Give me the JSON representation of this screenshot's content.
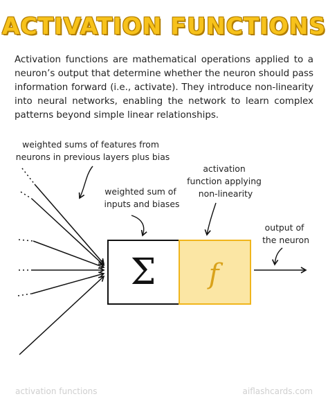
{
  "title": "ACTIVATION FUNCTIONS",
  "intro": "Activation functions are mathematical operations applied to a neuron’s output that determine whether the neuron should pass information forward (i.e., activate). They introduce non-linearity into neural networks, enabling the network to learn complex patterns beyond simple linear relationships.",
  "diagram": {
    "inputs_label": [
      "weighted sums of features from",
      "neurons in previous layers plus bias"
    ],
    "sum_label": [
      "weighted sum of",
      "inputs and biases"
    ],
    "activation_label": [
      "activation",
      "function applying",
      "non-linearity"
    ],
    "output_label": [
      "output of",
      "the neuron"
    ],
    "sum_symbol": "Σ",
    "function_symbol": "f"
  },
  "colors": {
    "title": "#f7c21b",
    "title_outline": "#b07c00",
    "function_box_fill": "#fbe6a4",
    "function_box_stroke": "#f0b51c",
    "function_symbol": "#d9a21a"
  },
  "footer": {
    "left": "activation functions",
    "right": "aiflashcards.com"
  }
}
